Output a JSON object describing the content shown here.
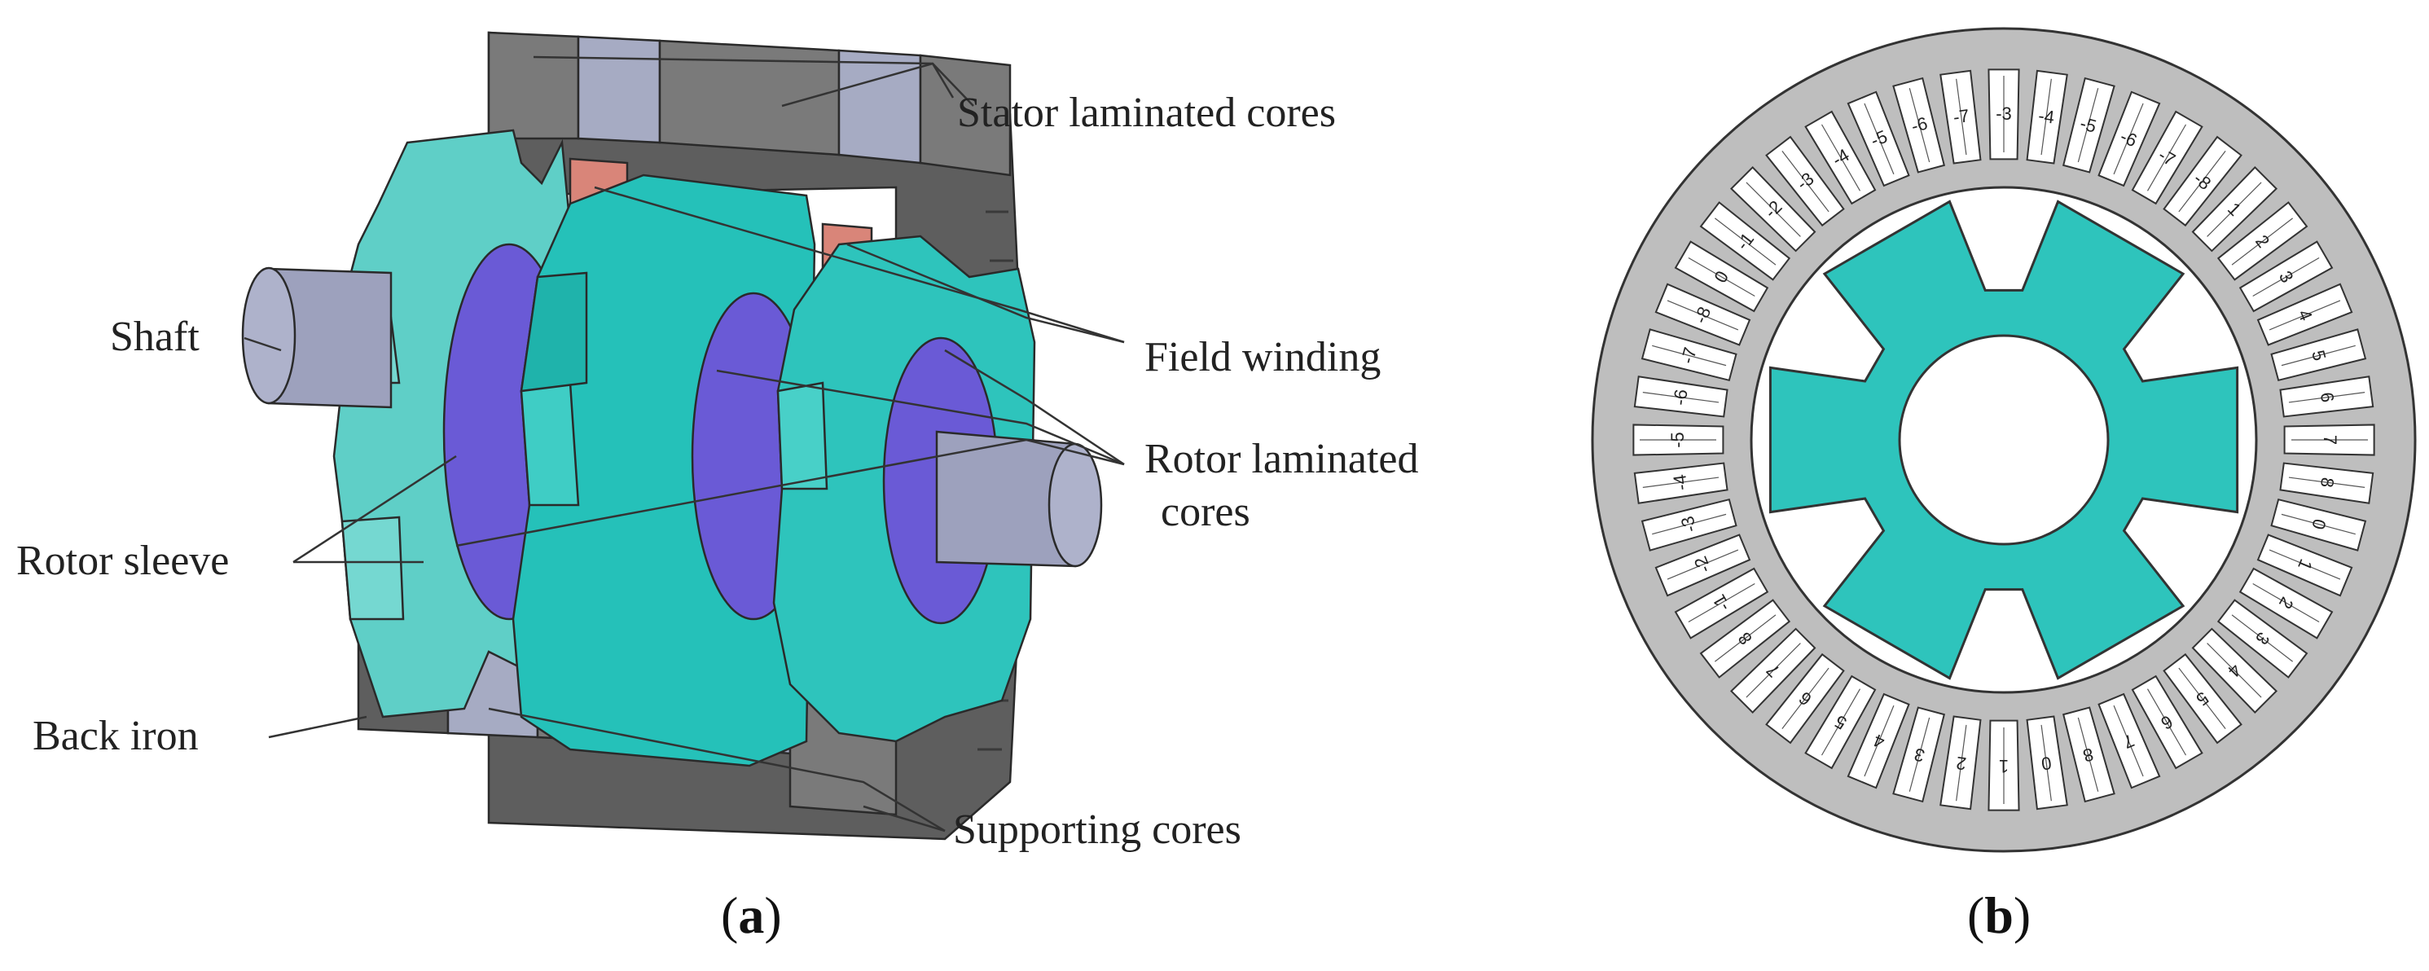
{
  "panel_a": {
    "labels": {
      "stator": "Stator laminated cores",
      "shaft": "Shaft",
      "field_winding": "Field winding",
      "rotor_cores_1": "Rotor laminated",
      "rotor_cores_2": "cores",
      "rotor_sleeve": "Rotor sleeve",
      "back_iron": "Back iron",
      "supporting": "Supporting cores"
    },
    "caption": {
      "open": "(",
      "letter": "a",
      "close": ")"
    }
  },
  "panel_b": {
    "slot_count": 48,
    "slot_numbers": [
      "-3",
      "-4",
      "-5",
      "-6",
      "-7",
      "-8",
      "1",
      "2",
      "3",
      "4",
      "5",
      "6",
      "7",
      "8",
      "0",
      "1",
      "2",
      "3",
      "4",
      "5",
      "6",
      "7",
      "8",
      "0",
      "1",
      "2",
      "3",
      "4",
      "5",
      "6",
      "7",
      "8",
      "-1",
      "-2",
      "-3",
      "-4",
      "-5",
      "-6",
      "-7",
      "-8",
      "0",
      "-1",
      "-2",
      "-3",
      "-4",
      "-5",
      "-6",
      "-7"
    ],
    "rotor_teeth": 6,
    "caption": {
      "open": "(",
      "letter": "b",
      "close": ")"
    }
  },
  "colors": {
    "stator_grey": "#7a7a7a",
    "stator_dark": "#5c5c5c",
    "support_blue": "#a6abc3",
    "winding_red": "#d98579",
    "rotor_teal": "#2ec4bc",
    "rotor_teal_light": "#5fd3cb",
    "sleeve_purple": "#6a5ad6",
    "shaft_blue": "#9da1bd",
    "ring_grey": "#bebebe"
  }
}
